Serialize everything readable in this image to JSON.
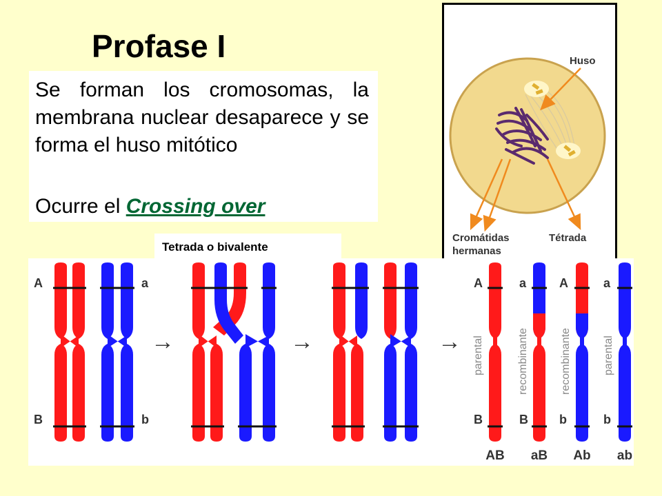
{
  "title": "Profase I",
  "description": "Se forman los cromosomas, la membrana nuclear desaparece y se forma el huso mitótico",
  "crossing_prefix": "Ocurre el",
  "crossing_term": "Crossing over",
  "cell_labels": {
    "huso": "Huso",
    "cromatidas_line1": "Cromátidas",
    "cromatidas_line2": "hermanas",
    "tetrada": "Tétrada"
  },
  "tetrada_label": "Tetrada o bivalente",
  "alleles": {
    "A": "A",
    "a": "a",
    "B": "B",
    "b": "b"
  },
  "vertical_labels": {
    "parental": "parental",
    "recombinante": "recombinante"
  },
  "results": [
    "AB",
    "aB",
    "Ab",
    "ab"
  ],
  "arrow_glyph": "→",
  "colors": {
    "background": "#FFFFCC",
    "red_chromosome": "#FF1A1A",
    "blue_chromosome": "#1A1AFF",
    "crossing_text": "#006633",
    "cell_arrow": "#F08A1E",
    "nucleus": "#F2D98E",
    "chromatin": "#5A2A6E"
  }
}
